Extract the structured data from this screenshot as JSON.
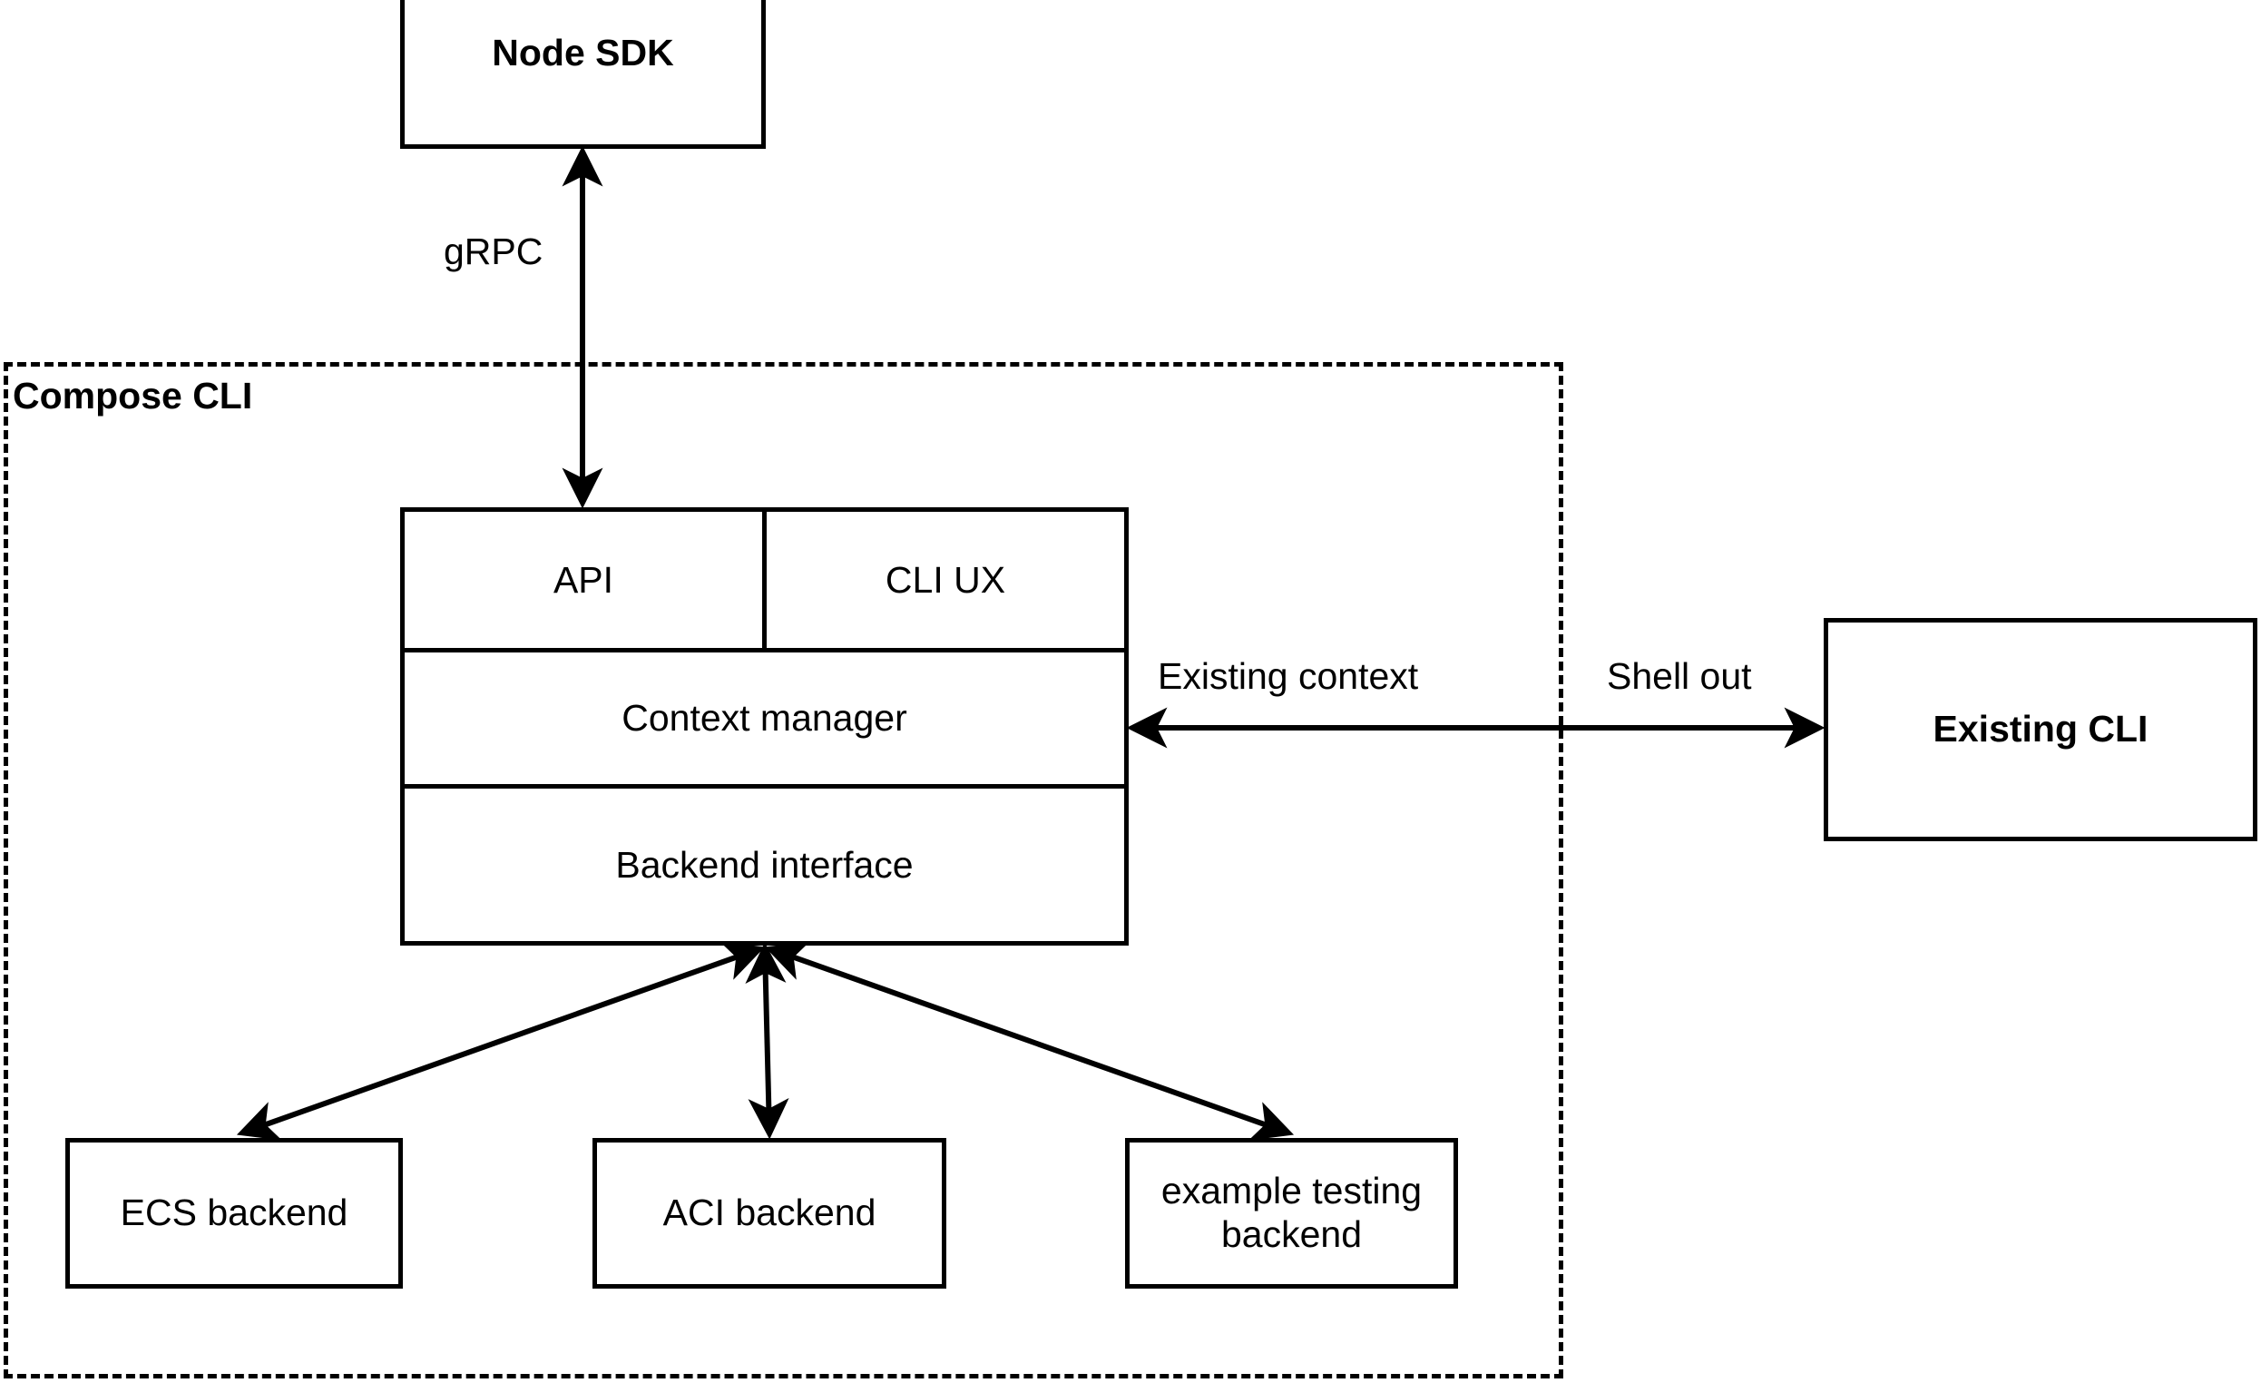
{
  "diagram": {
    "type": "architecture-block-diagram",
    "background_color": "#ffffff",
    "stroke_color": "#000000",
    "nodes": {
      "node_sdk": {
        "label": "Node SDK",
        "bold": true
      },
      "compose_cli_group": {
        "label": "Compose CLI",
        "bold": true,
        "border_style": "dashed"
      },
      "api": {
        "label": "API",
        "bold": false
      },
      "cli_ux": {
        "label": "CLI UX",
        "bold": false
      },
      "context_manager": {
        "label": "Context manager",
        "bold": false
      },
      "backend_interface": {
        "label": "Backend interface",
        "bold": false
      },
      "existing_cli": {
        "label": "Existing CLI",
        "bold": true
      },
      "ecs_backend": {
        "label": "ECS backend",
        "bold": false
      },
      "aci_backend": {
        "label": "ACI backend",
        "bold": false
      },
      "example_testing_backend": {
        "label": "example testing\nbackend",
        "bold": false
      }
    },
    "edges": [
      {
        "from": "api",
        "to": "node_sdk",
        "label": "gRPC",
        "arrow": "both"
      },
      {
        "from": "context_manager",
        "to": "existing_cli",
        "label": "Existing context",
        "arrow": "start"
      },
      {
        "from": "context_manager",
        "to": "existing_cli",
        "label": "Shell out",
        "arrow": "end"
      },
      {
        "from": "backend_interface",
        "to": "ecs_backend",
        "label": "",
        "arrow": "both"
      },
      {
        "from": "backend_interface",
        "to": "aci_backend",
        "label": "",
        "arrow": "both"
      },
      {
        "from": "backend_interface",
        "to": "example_testing_backend",
        "label": "",
        "arrow": "both"
      }
    ],
    "edge_labels": {
      "grpc": "gRPC",
      "existing_context": "Existing context",
      "shell_out": "Shell out"
    }
  }
}
